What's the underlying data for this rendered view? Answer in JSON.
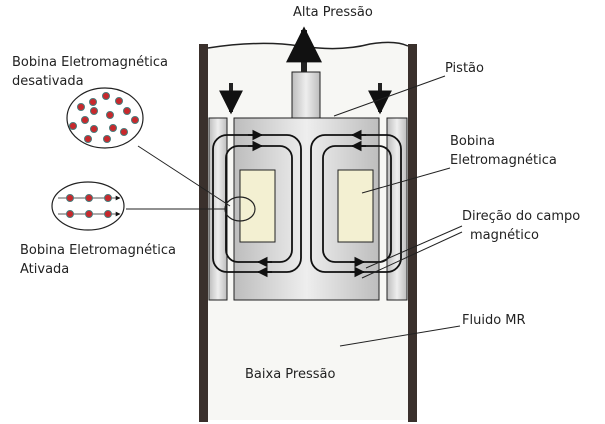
{
  "labels": {
    "high_pressure": "Alta Pressão",
    "piston": "Pistão",
    "coil_line1": "Bobina",
    "coil_line2": "Eletromagnética",
    "field_line1": "Direção do campo",
    "field_line2": "magnético",
    "fluid": "Fluido MR",
    "low_pressure": "Baixa Pressão",
    "coil_off_line1": "Bobina Eletromagnética",
    "coil_off_line2": "desativada",
    "coil_on_line1": "Bobina Eletromagnética",
    "coil_on_line2": "Ativada"
  },
  "colors": {
    "wall": "#3a302c",
    "particle": "#c8282c",
    "coil": "#f3f0d2",
    "steel": "#cfcfcf"
  }
}
